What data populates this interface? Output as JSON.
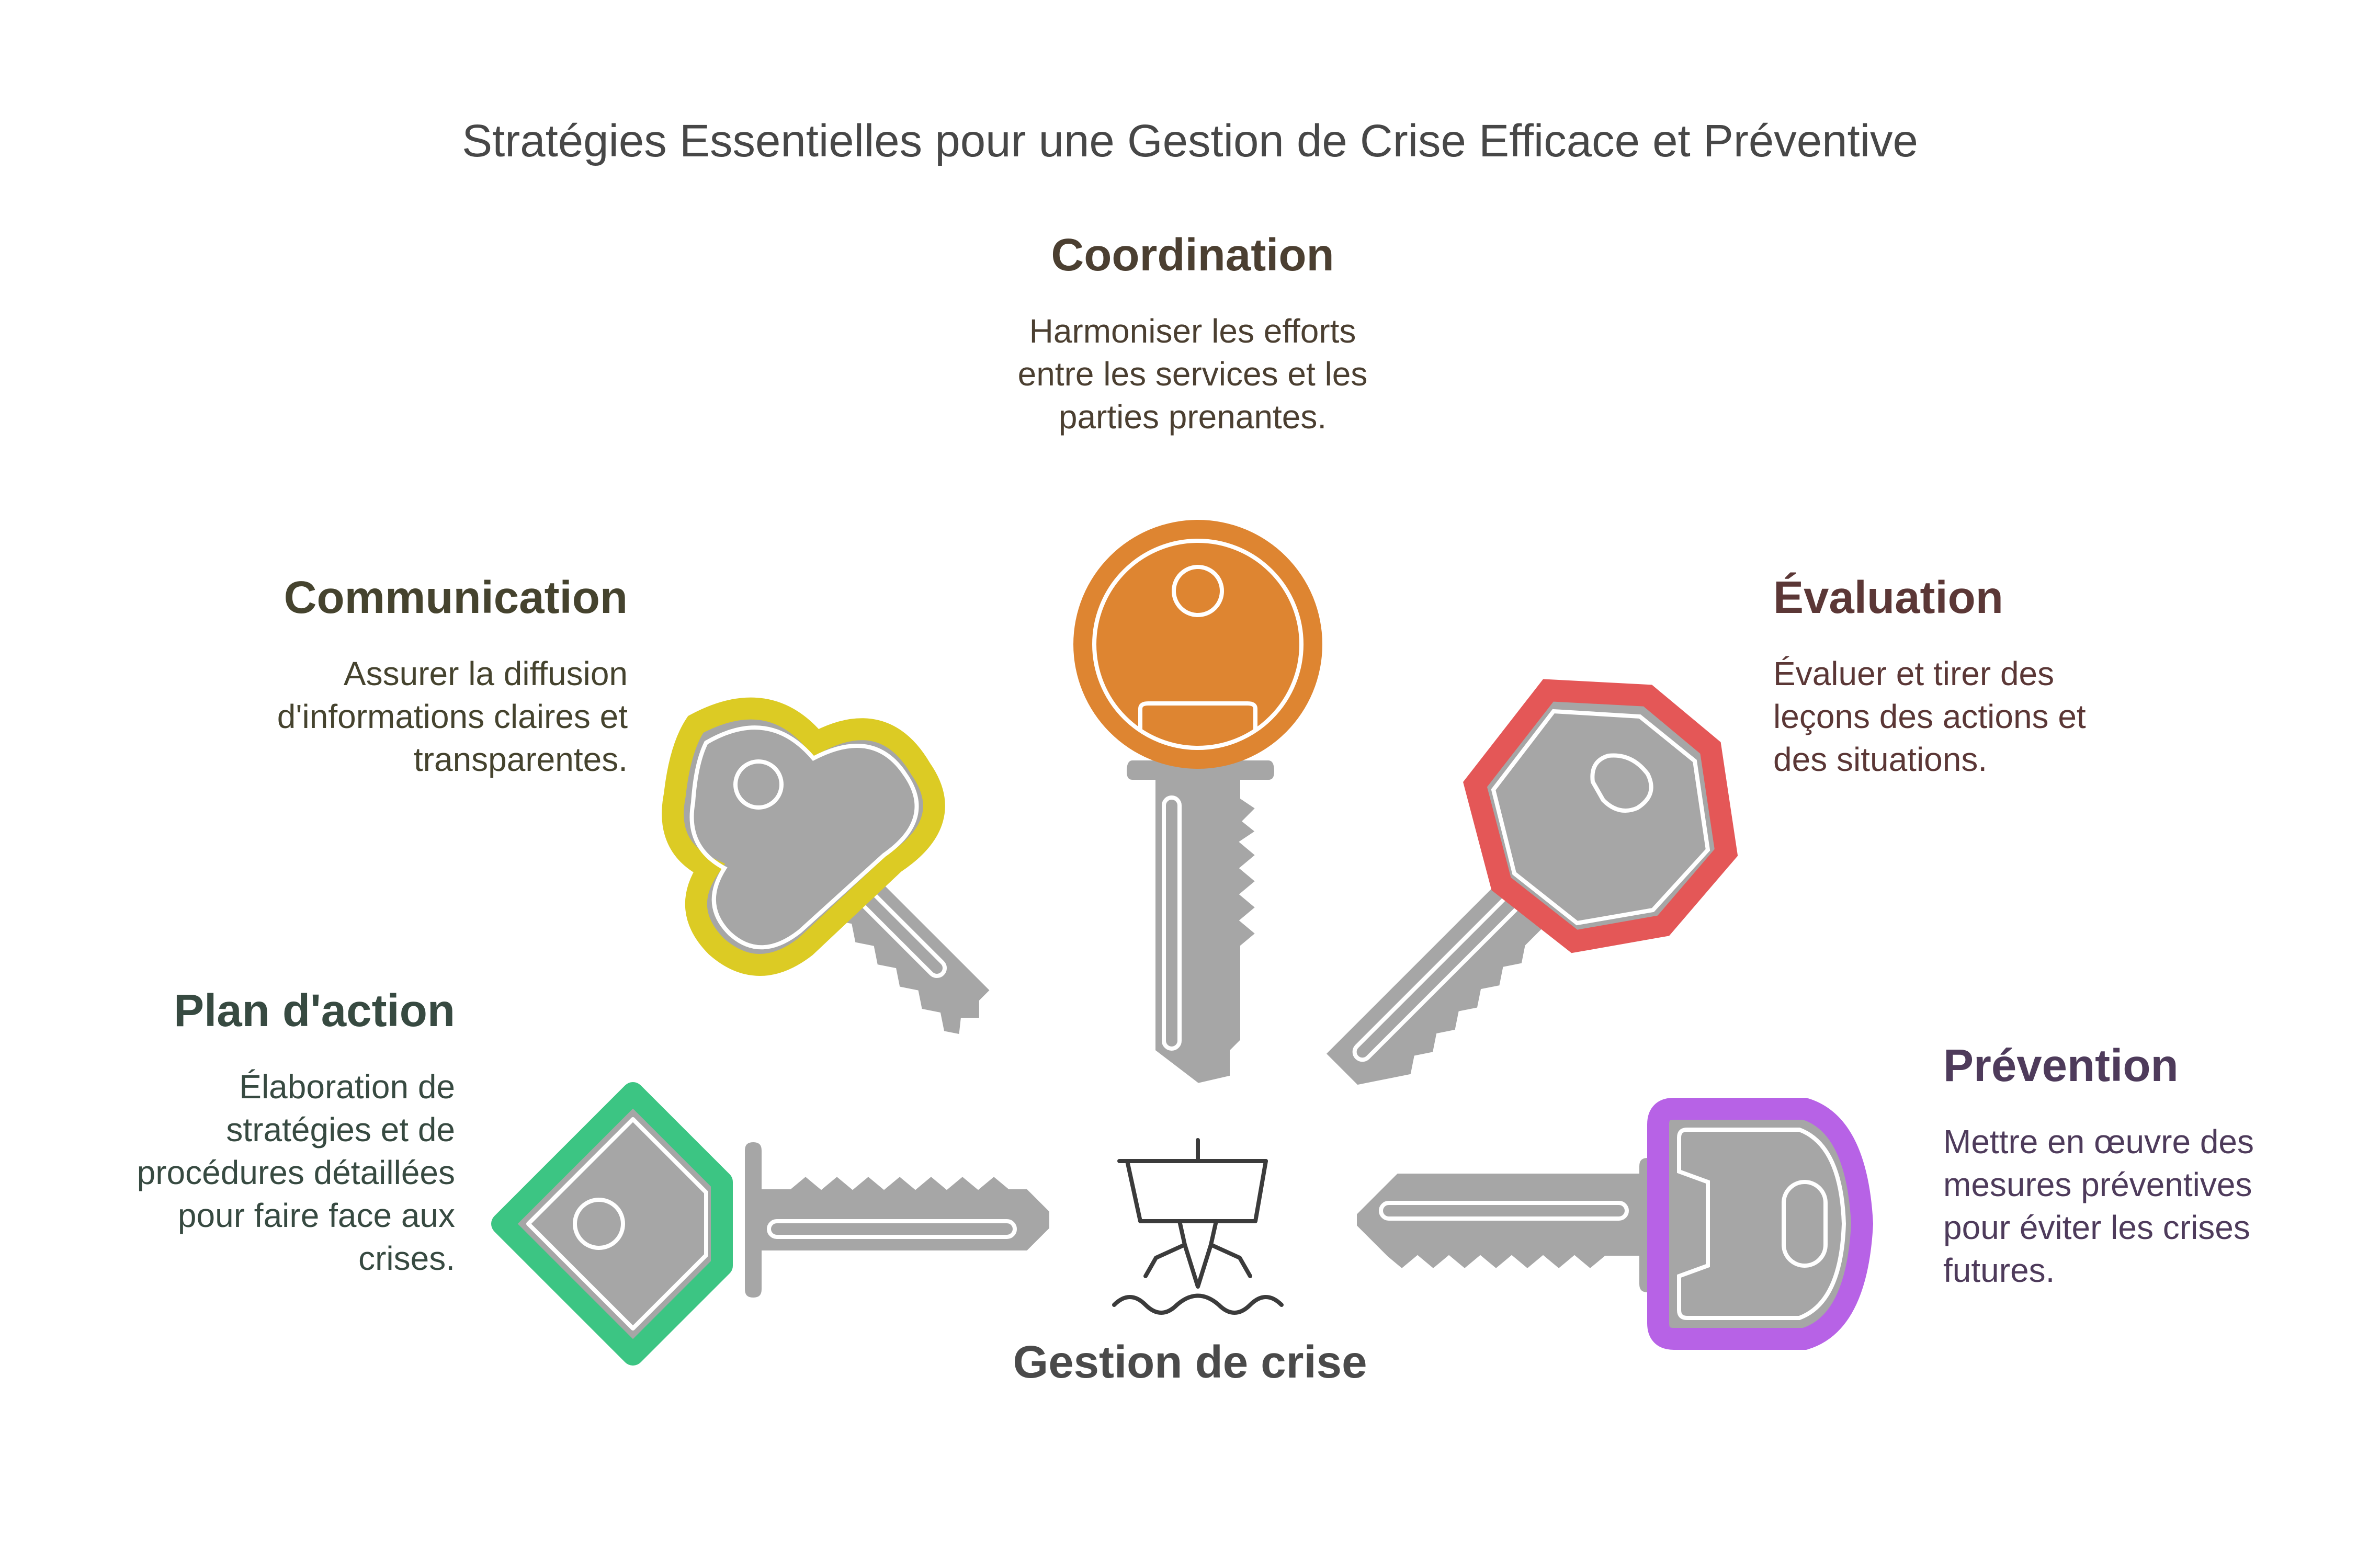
{
  "title": "Stratégies Essentielles pour une Gestion de Crise Efficace et Préventive",
  "center_label": "Gestion de crise",
  "center_icon": "ship-on-waves-icon",
  "items": [
    {
      "id": "coordination",
      "title": "Coordination",
      "description_lines": [
        "Harmoniser les efforts",
        "entre les services et les",
        "parties prenantes."
      ],
      "accent_color": "#DE8531",
      "title_color": "#4B3F31",
      "text_color": "#4B3F31",
      "icon": "orange-key-icon"
    },
    {
      "id": "communication",
      "title": "Communication",
      "description_lines": [
        "Assurer la diffusion",
        "d'informations claires et",
        "transparentes."
      ],
      "accent_color": "#DCCB24",
      "title_color": "#45432E",
      "text_color": "#45432E",
      "icon": "yellow-key-icon"
    },
    {
      "id": "evaluation",
      "title": "Évaluation",
      "description_lines": [
        "Évaluer et tirer des",
        "leçons des actions et",
        "des situations."
      ],
      "accent_color": "#E45757",
      "title_color": "#5B3736",
      "text_color": "#5B3736",
      "icon": "red-key-icon"
    },
    {
      "id": "plan_action",
      "title": "Plan d'action",
      "description_lines": [
        "Élaboration de",
        "stratégies et de",
        "procédures détaillées",
        "pour faire face aux",
        "crises."
      ],
      "accent_color": "#3CC583",
      "title_color": "#374A41",
      "text_color": "#374A41",
      "icon": "green-key-icon"
    },
    {
      "id": "prevention",
      "title": "Prévention",
      "description_lines": [
        "Mettre en œuvre des",
        "mesures préventives",
        "pour éviter les crises",
        "futures."
      ],
      "accent_color": "#B762E6",
      "title_color": "#4E3B5B",
      "text_color": "#4E3B5B",
      "icon": "purple-key-icon"
    }
  ],
  "key_body_color": "#A6A6A6"
}
